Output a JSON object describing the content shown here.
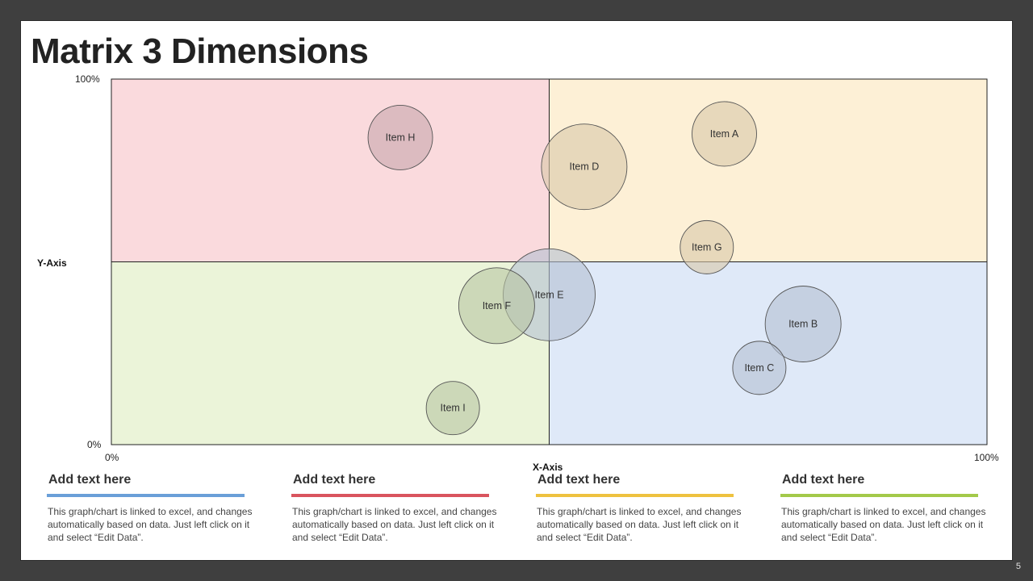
{
  "slide": {
    "title": "Matrix 3 Dimensions",
    "page_number": "5"
  },
  "chart_data": {
    "type": "bubble",
    "xlabel": "X-Axis",
    "ylabel": "Y-Axis",
    "xlim": [
      0,
      100
    ],
    "ylim": [
      0,
      100
    ],
    "x_tick_labels": [
      "0%",
      "100%"
    ],
    "y_tick_labels": [
      "0%",
      "100%"
    ],
    "quadrant_colors": {
      "top_left": "#fadadd",
      "top_right": "#fdf0d6",
      "bottom_left": "#ebf4d9",
      "bottom_right": "#dfe9f8"
    },
    "bubble_colors": {
      "top_left": "#c8a6ae",
      "top_right": "#d8c8a8",
      "bottom_left": "#b8c4a2",
      "bottom_right": "#b4c0d2"
    },
    "points": [
      {
        "label": "Item A",
        "x": 70,
        "y": 85,
        "size": 40
      },
      {
        "label": "Item B",
        "x": 79,
        "y": 33,
        "size": 47
      },
      {
        "label": "Item C",
        "x": 74,
        "y": 21,
        "size": 33
      },
      {
        "label": "Item D",
        "x": 54,
        "y": 76,
        "size": 53
      },
      {
        "label": "Item E",
        "x": 50,
        "y": 41,
        "size": 57
      },
      {
        "label": "Item F",
        "x": 44,
        "y": 38,
        "size": 47
      },
      {
        "label": "Item G",
        "x": 68,
        "y": 54,
        "size": 33
      },
      {
        "label": "Item H",
        "x": 33,
        "y": 84,
        "size": 40
      },
      {
        "label": "Item I",
        "x": 39,
        "y": 10,
        "size": 33
      }
    ]
  },
  "cards": [
    {
      "heading": "Add text here",
      "color": "#6a9fd8",
      "body": "This graph/chart is linked to excel, and changes automatically based on data. Just left click on it and select “Edit Data”."
    },
    {
      "heading": "Add text here",
      "color": "#d9545e",
      "body": "This graph/chart is linked to excel, and changes automatically based on data. Just left click on it and select “Edit Data”."
    },
    {
      "heading": "Add text here",
      "color": "#eec23f",
      "body": "This graph/chart is linked to excel, and changes automatically based on data. Just left click on it and select “Edit Data”."
    },
    {
      "heading": "Add text here",
      "color": "#a3c94a",
      "body": "This graph/chart is linked to excel, and changes automatically based on data. Just left click on it and select “Edit Data”."
    }
  ]
}
